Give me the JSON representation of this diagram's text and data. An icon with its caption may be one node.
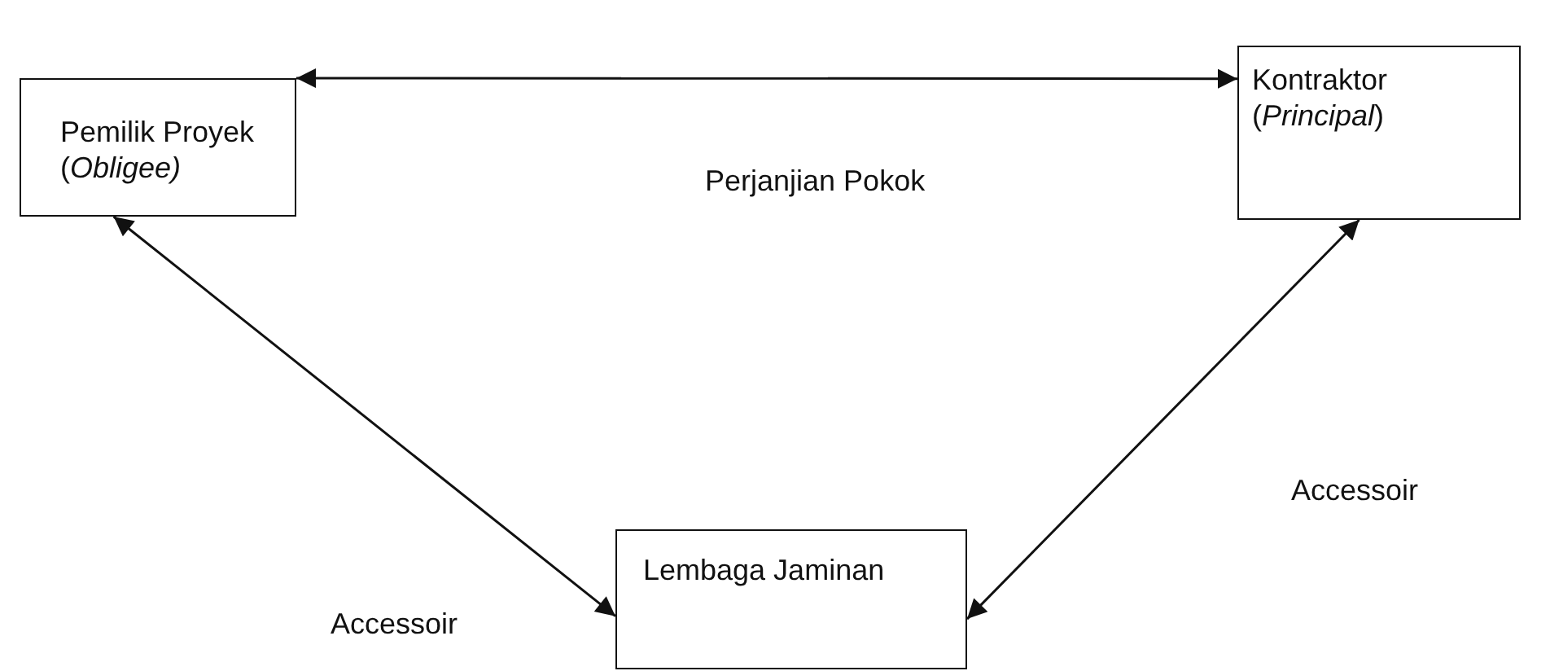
{
  "diagram": {
    "nodes": [
      {
        "text": [
          "Pemilik Proyek (*Obligee)*"
        ]
      },
      {
        "text": [
          "Kontraktor (*Principal*)"
        ]
      },
      {
        "text": [
          "Lembaga Jaminan"
        ]
      }
    ],
    "edges": [
      {
        "from": 0,
        "to": 1,
        "arrow": "both",
        "label": "Perjanjian Pokok"
      },
      {
        "from": 0,
        "to": 2,
        "arrow": "both",
        "label": "Accessoir"
      },
      {
        "from": 1,
        "to": 2,
        "arrow": "both",
        "label": "Accessoir"
      }
    ]
  }
}
